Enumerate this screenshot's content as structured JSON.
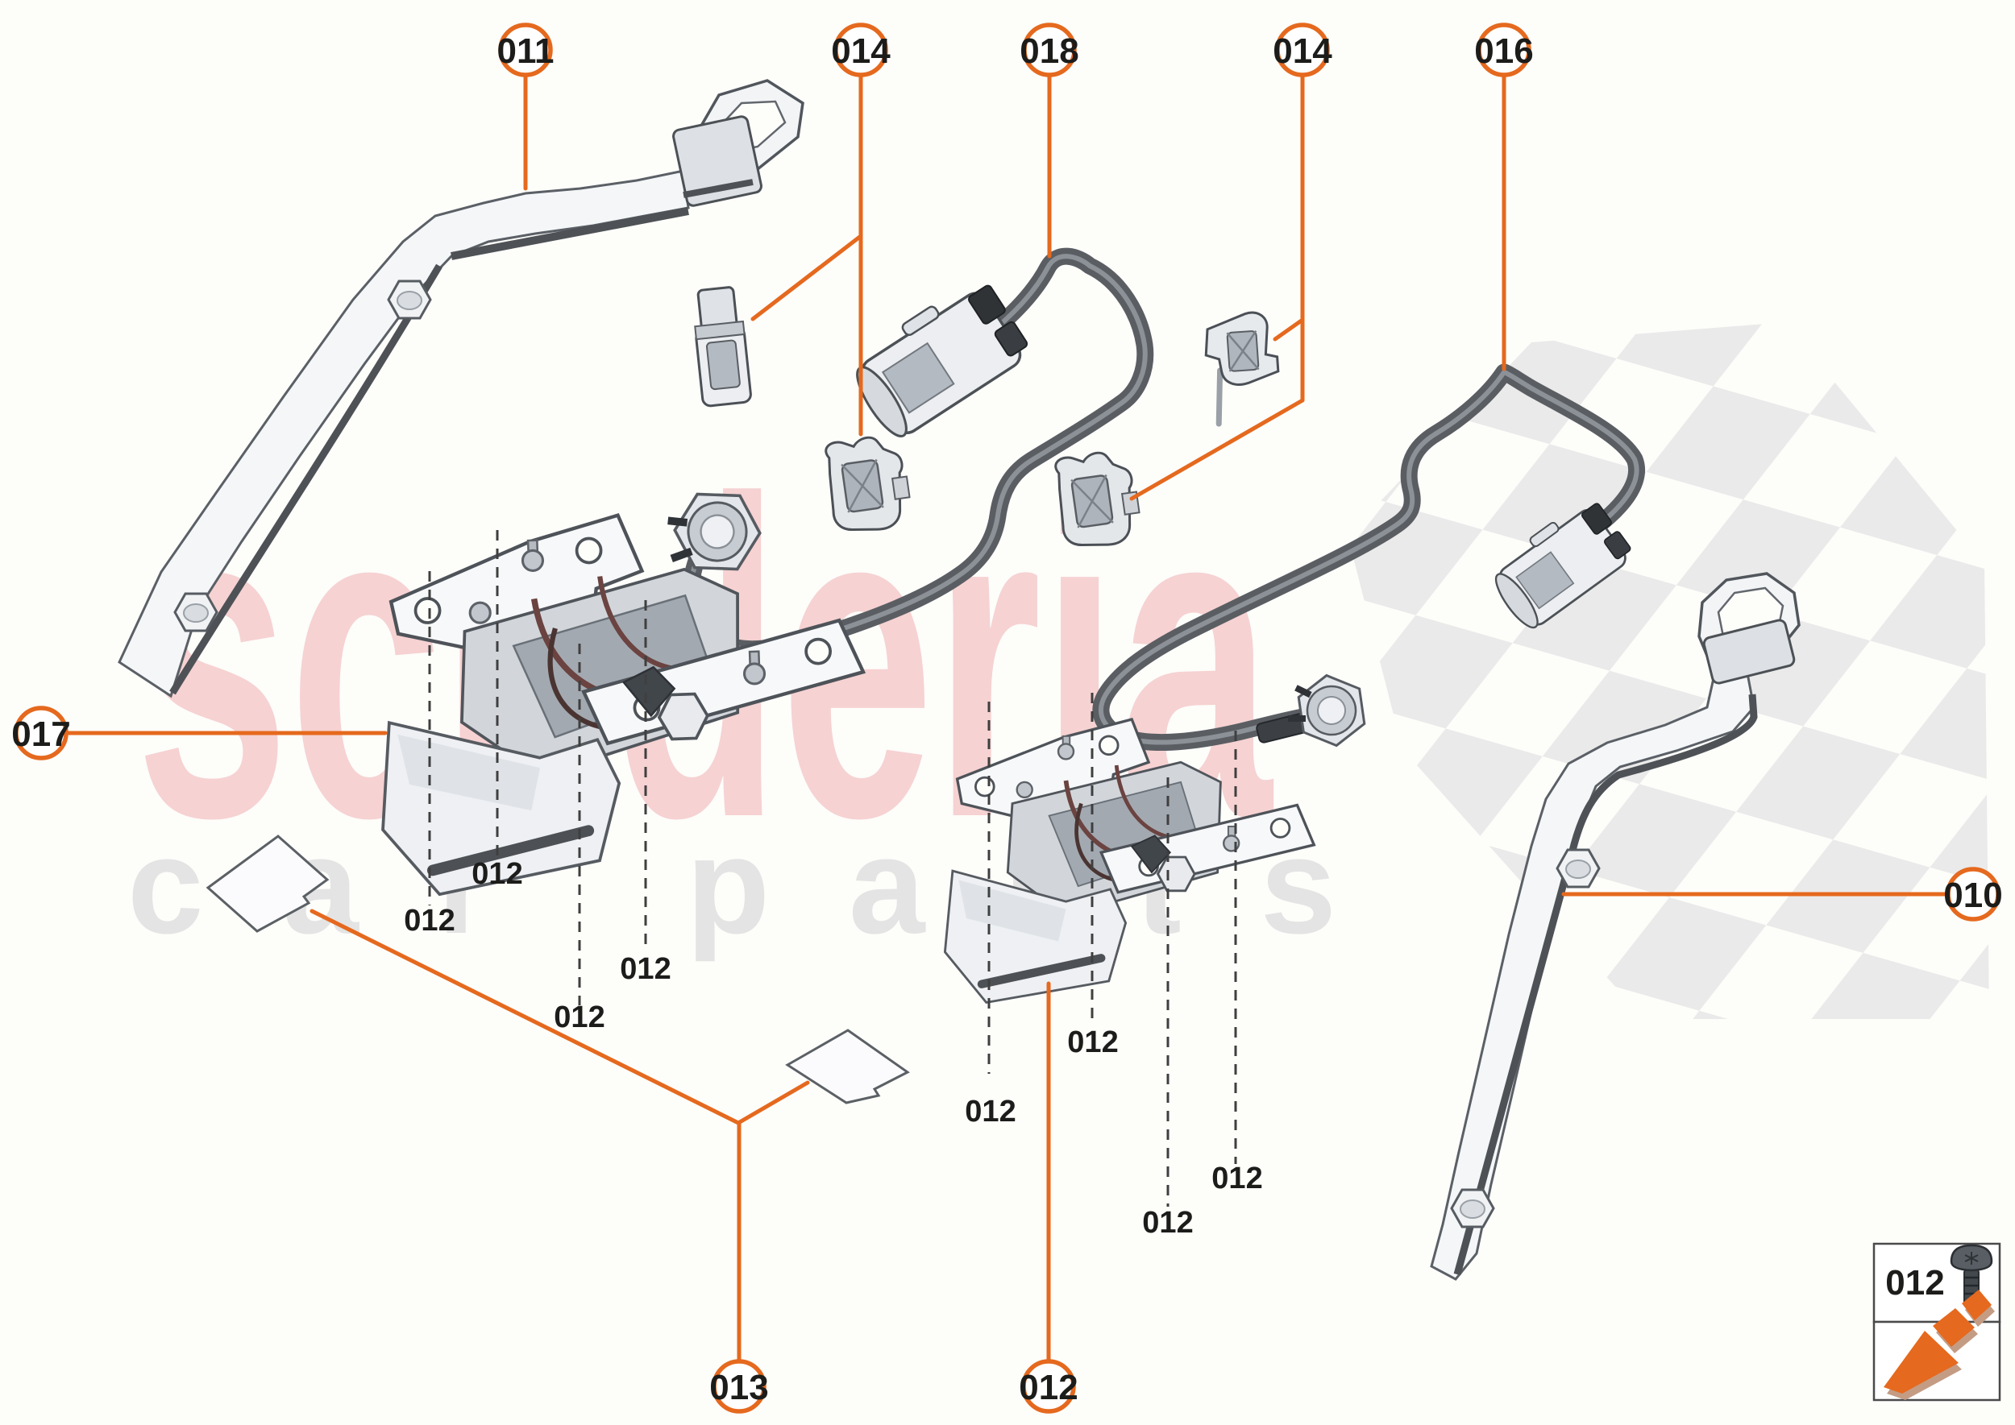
{
  "watermark": {
    "title": "scuderia",
    "subtitle": "car parts"
  },
  "colors": {
    "accent": "#e5691e",
    "callout_text": "#1c1c1a",
    "watermark_pink": "#f6d2d2",
    "watermark_gray": "#e4e4e4",
    "checker_gray": "#eaeaea",
    "part_light": "#f3f5f7",
    "part_dark": "#54585d",
    "background": "#fdfdfa"
  },
  "callouts": [
    {
      "label": "011",
      "target": "roof-strap-left"
    },
    {
      "label": "014",
      "target": "cable-clips-left-pair"
    },
    {
      "label": "018",
      "target": "wiring-harness-left"
    },
    {
      "label": "014",
      "target": "cable-clips-right-pair"
    },
    {
      "label": "016",
      "target": "wiring-harness-right"
    },
    {
      "label": "017",
      "target": "latch-assembly-left"
    },
    {
      "label": "010",
      "target": "roof-strap-right"
    },
    {
      "label": "013",
      "target": "shim-pads"
    },
    {
      "label": "012",
      "target": "latch-assembly-center"
    }
  ],
  "fastener_labels": [
    "012",
    "012",
    "012",
    "012",
    "012",
    "012",
    "012",
    "012"
  ],
  "legend": {
    "ref": "012",
    "icons": [
      "screw-icon",
      "direction-arrow-icon"
    ]
  }
}
